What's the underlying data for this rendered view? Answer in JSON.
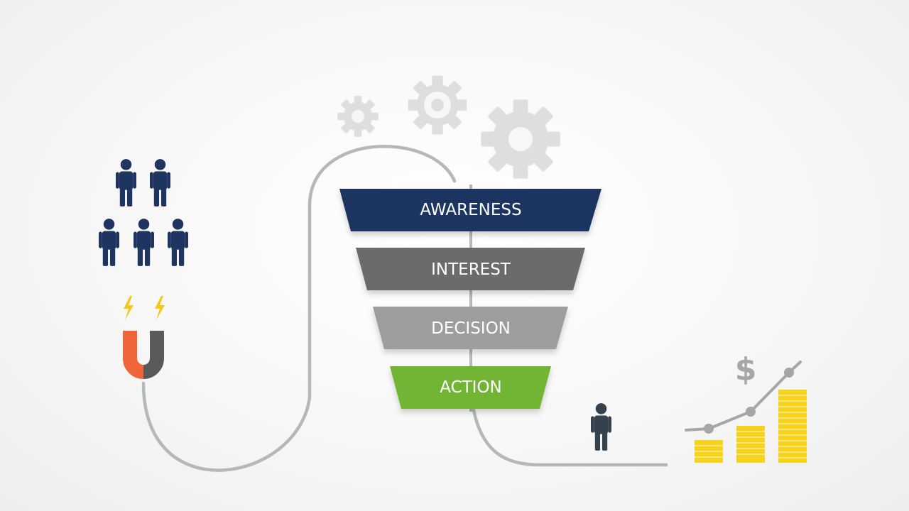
{
  "funnel": {
    "stages": [
      {
        "label": "AWARENESS",
        "color": "#1f3560"
      },
      {
        "label": "INTEREST",
        "color": "#6d6b6b"
      },
      {
        "label": "DECISION",
        "color": "#9e9d9d"
      },
      {
        "label": "ACTION",
        "color": "#72b534"
      }
    ]
  },
  "chart": {
    "symbol": "$",
    "coin_color": "#f6d21b",
    "line_color": "#a6a6a6"
  },
  "colors": {
    "people": "#1f3560",
    "single_person": "#35414d",
    "magnet_left": "#ef6438",
    "magnet_right": "#5a5a5a",
    "lightning": "#f3c91a",
    "gears": "#dedede",
    "path": "#b5b8b8"
  },
  "icons": [
    "user-icon",
    "magnet-icon",
    "lightning-icon",
    "gear-icon",
    "dollar-icon",
    "coin-stack-icon"
  ]
}
